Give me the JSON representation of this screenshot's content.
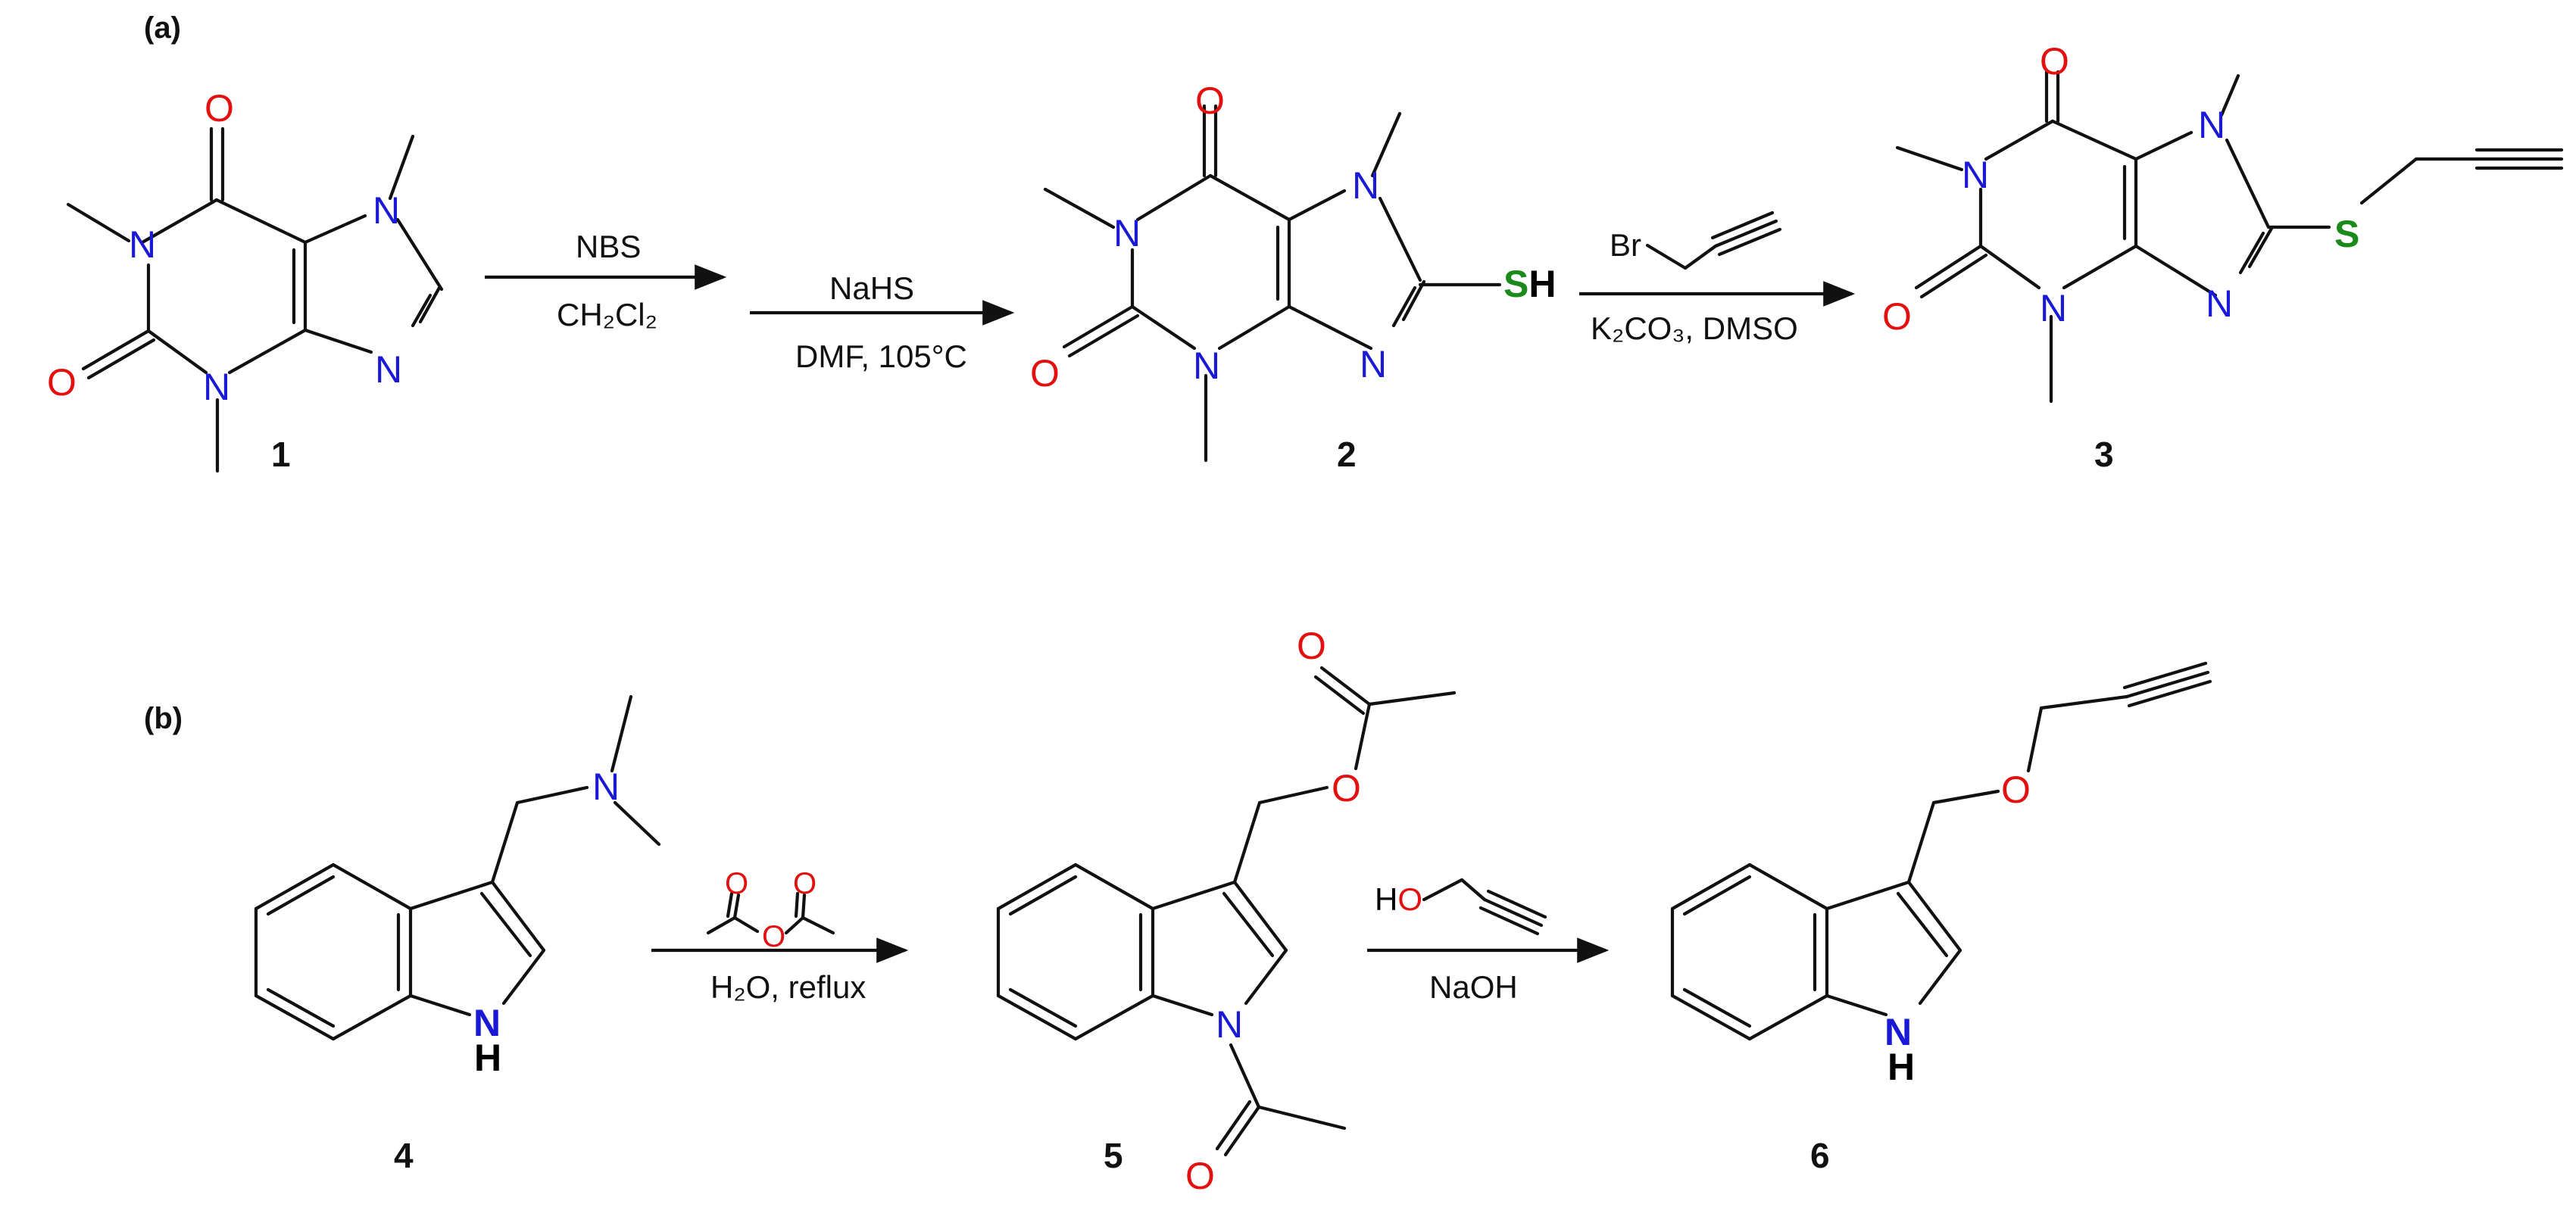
{
  "panels": {
    "a": "(a)",
    "b": "(b)"
  },
  "compounds": {
    "c1": "1",
    "c2": "2",
    "c3": "3",
    "c4": "4",
    "c5": "5",
    "c6": "6"
  },
  "atoms": {
    "N": "N",
    "O": "O",
    "S": "S",
    "H": "H",
    "SH_S": "S",
    "SH_H": "H",
    "Br": "Br",
    "HO_H": "H",
    "HO_O": "O",
    "NH_H": "H"
  },
  "reagents": {
    "step1_top": "NBS",
    "step1_bottom": "CH₂Cl₂",
    "step2_top": "NaHS",
    "step2_bottom": "DMF,  105°C",
    "step3_bottom": "K₂CO₃, DMSO",
    "step4_bottom": "H₂O, reflux",
    "step5_bottom": "NaOH"
  },
  "colors": {
    "nitrogen": "#1a1ad6",
    "oxygen": "#e31010",
    "sulfur": "#1a8a1a",
    "bond": "#111111"
  }
}
